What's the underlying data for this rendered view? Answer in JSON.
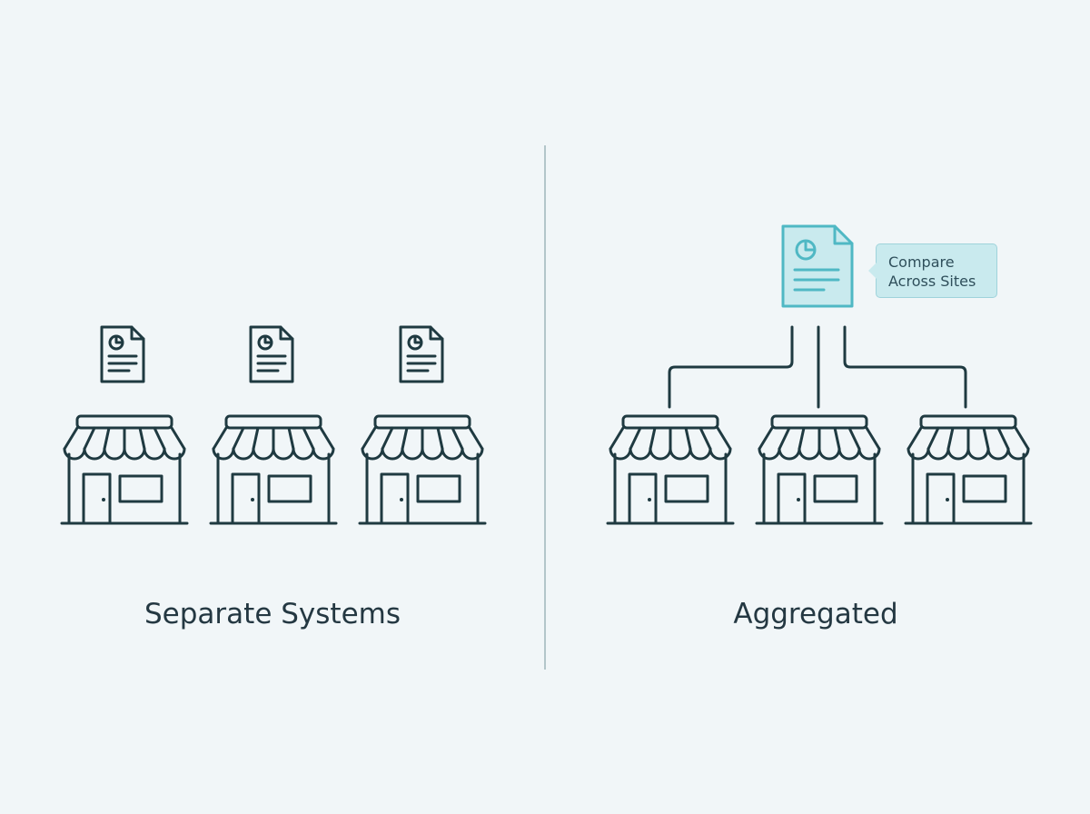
{
  "left_panel": {
    "caption": "Separate Systems",
    "store_count": 3,
    "report_count": 3
  },
  "right_panel": {
    "caption": "Aggregated",
    "store_count": 3,
    "report_count": 1,
    "callout": {
      "line1": "Compare",
      "line2": "Across Sites"
    }
  },
  "colors": {
    "background": "#f1f6f8",
    "stroke": "#1f3a41",
    "accent": "#4fb8c4",
    "accent_fill": "#c9eaee",
    "divider": "#b3c6ca",
    "text": "#243842"
  },
  "icons": {
    "store": "storefront-icon",
    "report": "report-document-icon"
  }
}
